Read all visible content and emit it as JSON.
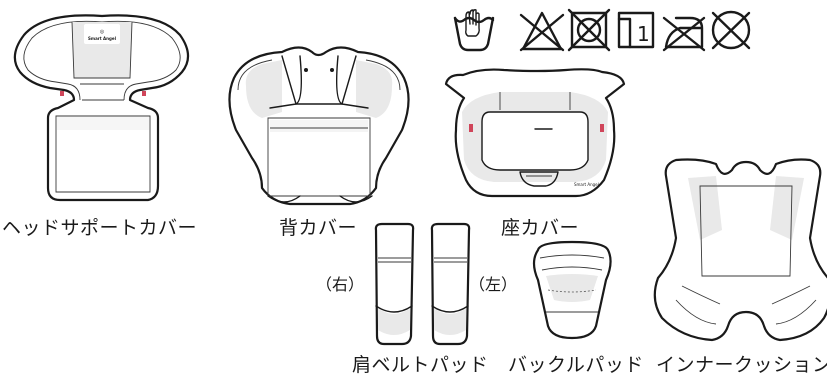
{
  "parts": {
    "head_support_cover": "ヘッドサポートカバー",
    "back_cover": "背カバー",
    "seat_cover": "座カバー",
    "shoulder_belt_pad": "肩ベルトパッド",
    "buckle_pad": "バックルパッド",
    "inner_cushion": "インナークッション"
  },
  "shoulder_sides": {
    "right": "（右）",
    "left": "（左）"
  },
  "care_icons": [
    "hand-wash-icon",
    "no-bleach-icon",
    "no-tumble-dry-icon",
    "line-dry-icon",
    "no-iron-icon",
    "no-dry-clean-icon"
  ],
  "care_icon_text": {
    "dry_number": "1"
  },
  "logo_text": "Smart Angel"
}
